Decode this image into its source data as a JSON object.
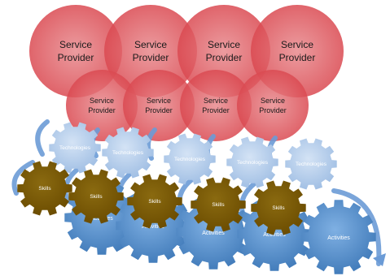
{
  "service_provider_top": [
    {
      "line1": "Service",
      "line2": "Provider"
    },
    {
      "line1": "Service",
      "line2": "Provider"
    },
    {
      "line1": "Service",
      "line2": "Provider"
    },
    {
      "line1": "Service",
      "line2": "Provider"
    }
  ],
  "service_provider_bottom": [
    {
      "line1": "Service",
      "line2": "Provider"
    },
    {
      "line1": "Service",
      "line2": "Provider"
    },
    {
      "line1": "Service",
      "line2": "Provider"
    },
    {
      "line1": "Service",
      "line2": "Provider"
    }
  ],
  "technologies": [
    "Technologies",
    "Technologies",
    "Technologies",
    "Technologies",
    "Technologies"
  ],
  "skills": [
    "Skills",
    "Skills",
    "Skills",
    "Skills",
    "Skills"
  ],
  "activities": [
    "Activities",
    "Activities",
    "Activities",
    "Activities",
    "Activities"
  ],
  "colors": {
    "circle_fill": "#d9434b",
    "circle_overlap": "#c0282f",
    "technology_gear": "#a9c3e6",
    "skill_gear": "#7a5a00",
    "activity_gear": "#4a86c5",
    "arrow": "#6b9bd6"
  }
}
